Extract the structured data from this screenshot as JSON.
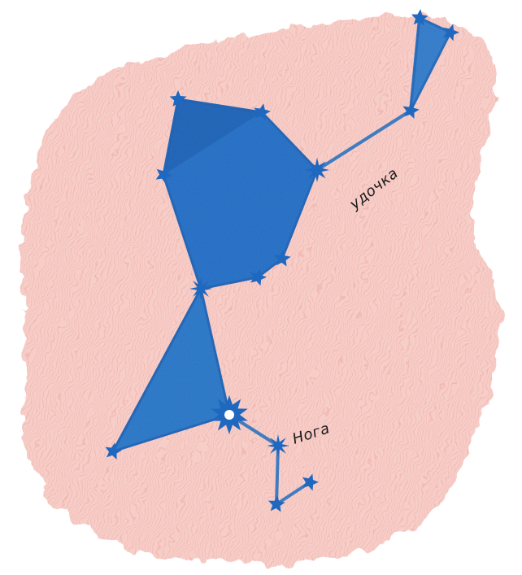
{
  "colors": {
    "background_wash": "#f3b7b0",
    "constellation_fill": "#2d78c8",
    "constellation_fill_dark": "#1f64b3",
    "constellation_line": "#2e74c0",
    "star": "#1f68c0",
    "label_text": "#1a1a1a"
  },
  "icons": {
    "star_small": "five-point-star",
    "star_large": "eight-point-star",
    "star_bright": "sun-burst-star"
  },
  "labels": {
    "rod": "удочка",
    "leg": "Нога"
  }
}
